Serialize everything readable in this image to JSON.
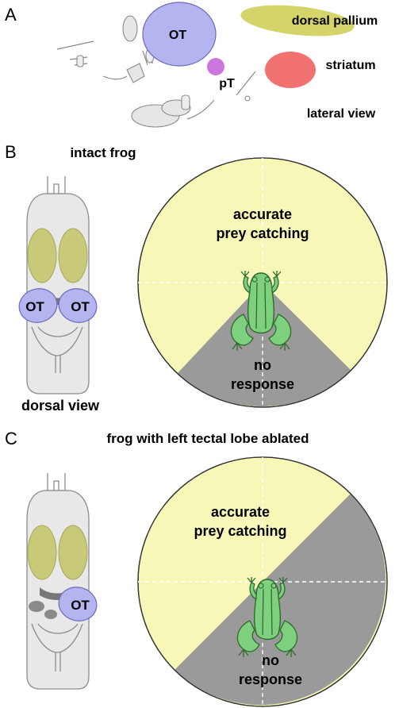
{
  "panel_a": {
    "letter": "A",
    "ot_label": "OT",
    "pt_label": "pT",
    "dorsal_pallium_label": "dorsal pallium",
    "striatum_label": "striatum",
    "view_label": "lateral view",
    "colors": {
      "ot": "#b4b4f0",
      "pt": "#cc77dd",
      "dorsal_pallium": "#d4d46a",
      "striatum": "#f27272",
      "outline": "#999999",
      "tissue": "#e6e6e6"
    }
  },
  "panel_b": {
    "letter": "B",
    "title": "intact frog",
    "ot_left_label": "OT",
    "ot_right_label": "OT",
    "view_label": "dorsal view",
    "zone_accurate": [
      "accurate",
      "prey catching"
    ],
    "zone_none": [
      "no",
      "response"
    ]
  },
  "panel_c": {
    "letter": "C",
    "title": "frog with left tectal lobe ablated",
    "ot_label": "OT",
    "zone_accurate": [
      "accurate",
      "prey catching"
    ],
    "zone_none": [
      "no",
      "response"
    ]
  },
  "colors": {
    "accurate_zone": "#f7f7b8",
    "no_response_zone": "#9a9a9a",
    "frog_body": "#7ed07e",
    "frog_outline": "#2e6b2e",
    "brain_outline": "#8c8c8c",
    "brain_fill": "#e8e8e8",
    "hemisphere": "#c9c97a",
    "tectum": "#b4b4f0"
  }
}
